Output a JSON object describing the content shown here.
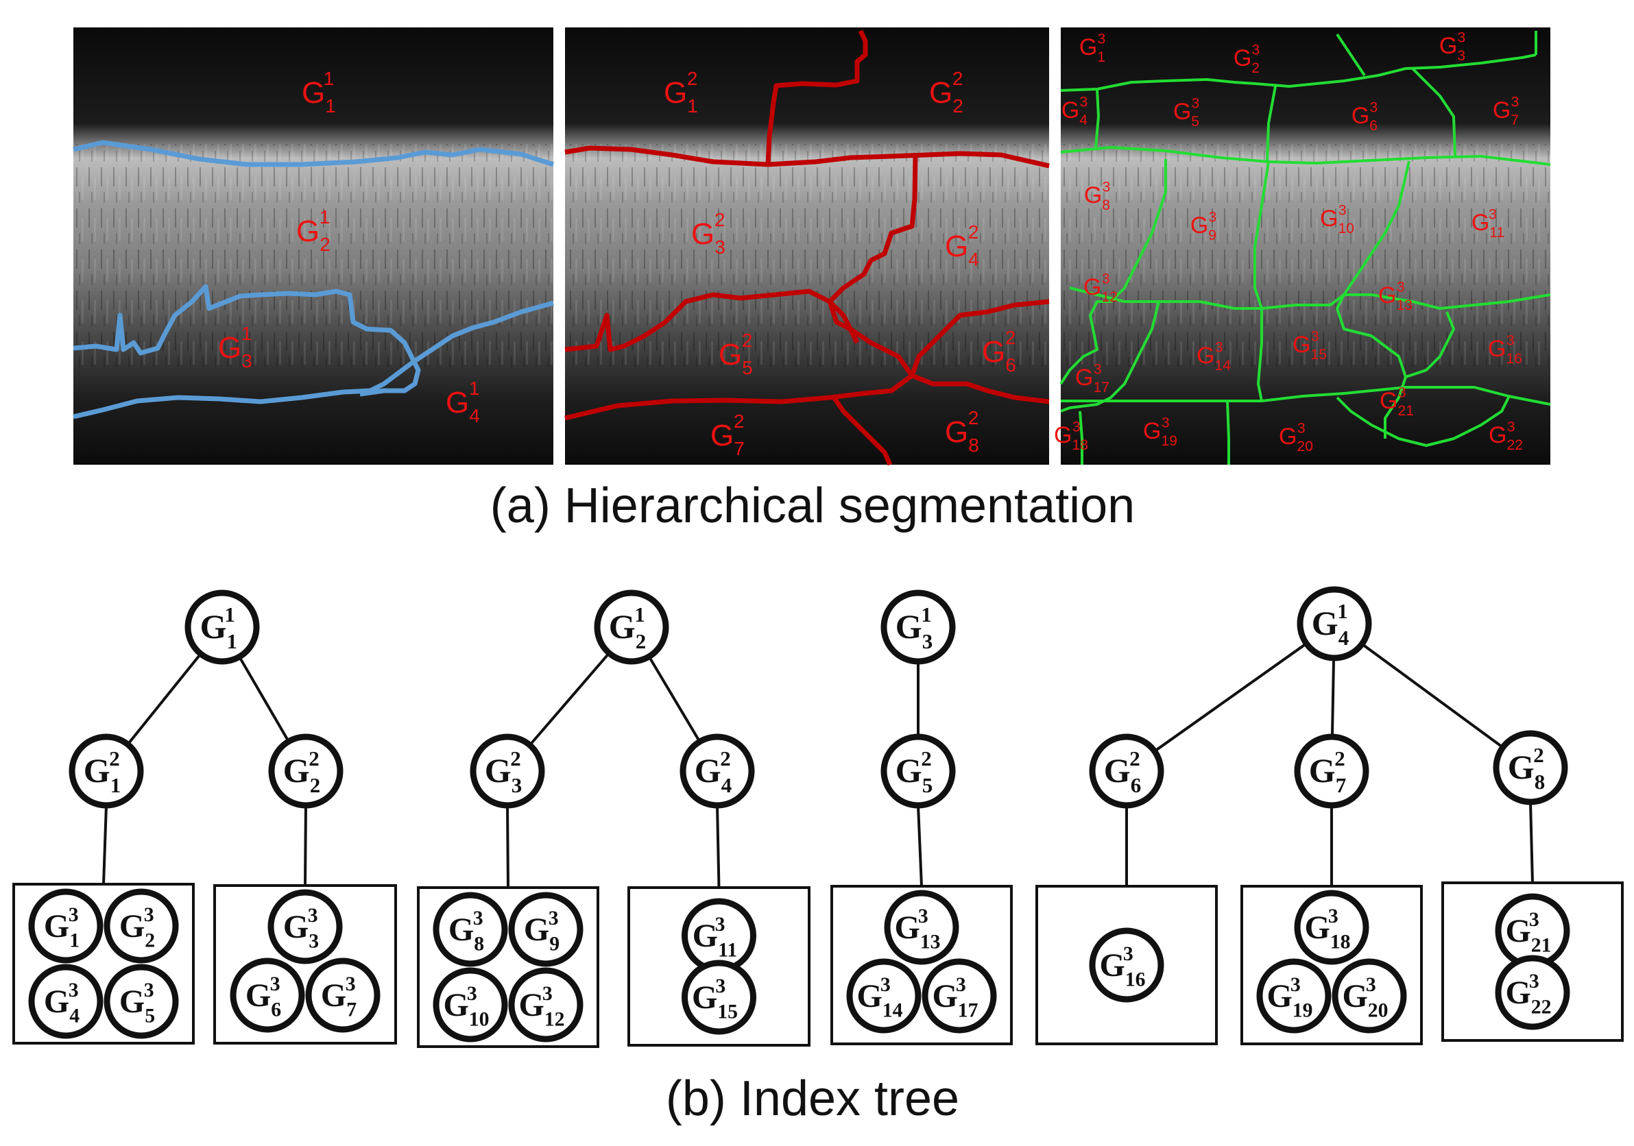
{
  "colors": {
    "level1_boundary": "#5a9bd5",
    "level2_boundary": "#c00000",
    "level3_boundary": "#22dd33",
    "region_label": "#ee1111",
    "tree_line": "#111111"
  },
  "captions": {
    "top": "(a) Hierarchical segmentation",
    "bottom": "(b) Index tree"
  },
  "panels": [
    {
      "level": "1",
      "regions": [
        {
          "base": "G",
          "sub": "1",
          "sup": "1"
        },
        {
          "base": "G",
          "sub": "2",
          "sup": "1"
        },
        {
          "base": "G",
          "sub": "3",
          "sup": "1"
        },
        {
          "base": "G",
          "sub": "4",
          "sup": "1"
        }
      ]
    },
    {
      "level": "2",
      "regions": [
        {
          "base": "G",
          "sub": "1",
          "sup": "2"
        },
        {
          "base": "G",
          "sub": "2",
          "sup": "2"
        },
        {
          "base": "G",
          "sub": "3",
          "sup": "2"
        },
        {
          "base": "G",
          "sub": "4",
          "sup": "2"
        },
        {
          "base": "G",
          "sub": "5",
          "sup": "2"
        },
        {
          "base": "G",
          "sub": "6",
          "sup": "2"
        },
        {
          "base": "G",
          "sub": "7",
          "sup": "2"
        },
        {
          "base": "G",
          "sub": "8",
          "sup": "2"
        }
      ]
    },
    {
      "level": "3",
      "regions": [
        {
          "base": "G",
          "sub": "1",
          "sup": "3"
        },
        {
          "base": "G",
          "sub": "2",
          "sup": "3"
        },
        {
          "base": "G",
          "sub": "3",
          "sup": "3"
        },
        {
          "base": "G",
          "sub": "4",
          "sup": "3"
        },
        {
          "base": "G",
          "sub": "5",
          "sup": "3"
        },
        {
          "base": "G",
          "sub": "6",
          "sup": "3"
        },
        {
          "base": "G",
          "sub": "7",
          "sup": "3"
        },
        {
          "base": "G",
          "sub": "8",
          "sup": "3"
        },
        {
          "base": "G",
          "sub": "9",
          "sup": "3"
        },
        {
          "base": "G",
          "sub": "10",
          "sup": "3"
        },
        {
          "base": "G",
          "sub": "11",
          "sup": "3"
        },
        {
          "base": "G",
          "sub": "12",
          "sup": "3"
        },
        {
          "base": "G",
          "sub": "13",
          "sup": "3"
        },
        {
          "base": "G",
          "sub": "14",
          "sup": "3"
        },
        {
          "base": "G",
          "sub": "15",
          "sup": "3"
        },
        {
          "base": "G",
          "sub": "16",
          "sup": "3"
        },
        {
          "base": "G",
          "sub": "17",
          "sup": "3"
        },
        {
          "base": "G",
          "sub": "18",
          "sup": "3"
        },
        {
          "base": "G",
          "sub": "19",
          "sup": "3"
        },
        {
          "base": "G",
          "sub": "20",
          "sup": "3"
        },
        {
          "base": "G",
          "sub": "21",
          "sup": "3"
        },
        {
          "base": "G",
          "sub": "22",
          "sup": "3"
        }
      ]
    }
  ],
  "index_tree": [
    {
      "root": {
        "base": "G",
        "sub": "1",
        "sup": "1"
      },
      "children": [
        {
          "node": {
            "base": "G",
            "sub": "1",
            "sup": "2"
          },
          "leaves": [
            {
              "base": "G",
              "sub": "1",
              "sup": "3"
            },
            {
              "base": "G",
              "sub": "2",
              "sup": "3"
            },
            {
              "base": "G",
              "sub": "4",
              "sup": "3"
            },
            {
              "base": "G",
              "sub": "5",
              "sup": "3"
            }
          ]
        },
        {
          "node": {
            "base": "G",
            "sub": "2",
            "sup": "2"
          },
          "leaves": [
            {
              "base": "G",
              "sub": "3",
              "sup": "3"
            },
            {
              "base": "G",
              "sub": "6",
              "sup": "3"
            },
            {
              "base": "G",
              "sub": "7",
              "sup": "3"
            }
          ]
        }
      ]
    },
    {
      "root": {
        "base": "G",
        "sub": "2",
        "sup": "1"
      },
      "children": [
        {
          "node": {
            "base": "G",
            "sub": "3",
            "sup": "2"
          },
          "leaves": [
            {
              "base": "G",
              "sub": "8",
              "sup": "3"
            },
            {
              "base": "G",
              "sub": "9",
              "sup": "3"
            },
            {
              "base": "G",
              "sub": "10",
              "sup": "3"
            },
            {
              "base": "G",
              "sub": "12",
              "sup": "3"
            }
          ]
        },
        {
          "node": {
            "base": "G",
            "sub": "4",
            "sup": "2"
          },
          "leaves": [
            {
              "base": "G",
              "sub": "11",
              "sup": "3"
            },
            {
              "base": "G",
              "sub": "15",
              "sup": "3"
            }
          ]
        }
      ]
    },
    {
      "root": {
        "base": "G",
        "sub": "3",
        "sup": "1"
      },
      "children": [
        {
          "node": {
            "base": "G",
            "sub": "5",
            "sup": "2"
          },
          "leaves": [
            {
              "base": "G",
              "sub": "13",
              "sup": "3"
            },
            {
              "base": "G",
              "sub": "14",
              "sup": "3"
            },
            {
              "base": "G",
              "sub": "17",
              "sup": "3"
            }
          ]
        }
      ]
    },
    {
      "root": {
        "base": "G",
        "sub": "4",
        "sup": "1"
      },
      "children": [
        {
          "node": {
            "base": "G",
            "sub": "6",
            "sup": "2"
          },
          "leaves": [
            {
              "base": "G",
              "sub": "16",
              "sup": "3"
            }
          ]
        },
        {
          "node": {
            "base": "G",
            "sub": "7",
            "sup": "2"
          },
          "leaves": [
            {
              "base": "G",
              "sub": "18",
              "sup": "3"
            },
            {
              "base": "G",
              "sub": "19",
              "sup": "3"
            },
            {
              "base": "G",
              "sub": "20",
              "sup": "3"
            }
          ]
        },
        {
          "node": {
            "base": "G",
            "sub": "8",
            "sup": "2"
          },
          "leaves": [
            {
              "base": "G",
              "sub": "21",
              "sup": "3"
            },
            {
              "base": "G",
              "sub": "22",
              "sup": "3"
            }
          ]
        }
      ]
    }
  ]
}
